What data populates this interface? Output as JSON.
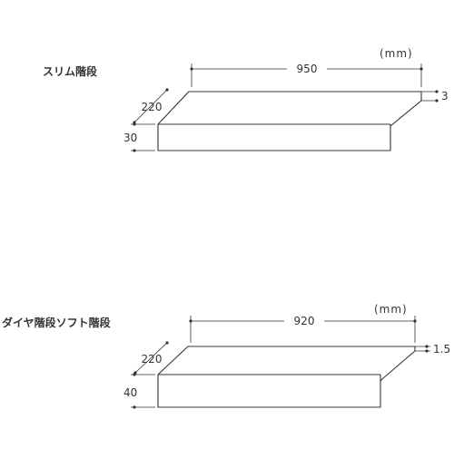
{
  "diagrams": [
    {
      "title": "スリム階段",
      "unit": "(mm)",
      "width_label": "950",
      "depth_label": "220",
      "height_label": "30",
      "nose_label": "3"
    },
    {
      "title": "ダイヤ階段ソフト階段",
      "unit": "(mm)",
      "width_label": "920",
      "depth_label": "220",
      "height_label": "40",
      "nose_label": "1.5"
    }
  ],
  "colors": {
    "line": "#333333",
    "background": "#ffffff"
  }
}
